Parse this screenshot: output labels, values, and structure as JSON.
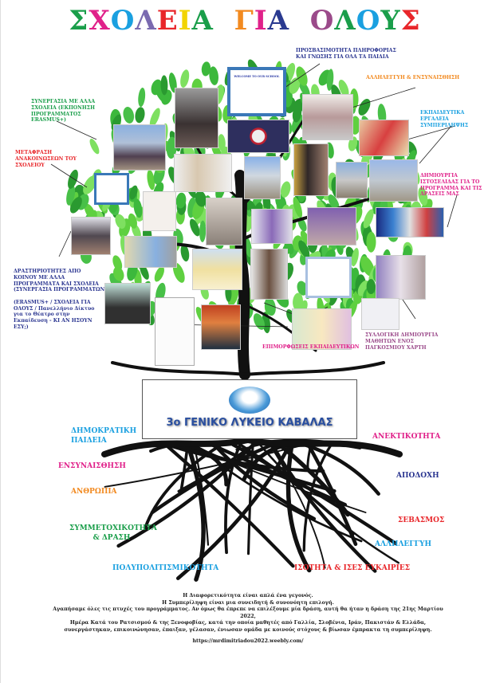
{
  "title": {
    "letters": [
      "Σ",
      "Χ",
      "Ο",
      "Λ",
      "Ε",
      "Ι",
      "Α",
      " ",
      "Γ",
      "Ι",
      "Α",
      " ",
      "Ο",
      "Λ",
      "Ο",
      "Υ",
      "Σ"
    ],
    "colors": [
      "#1a9e4a",
      "#e0218a",
      "#1aa0e0",
      "#7a6ab0",
      "#e8262a",
      "#f2d400",
      "#1a9e4a",
      "",
      "#f28a20",
      "#e0218a",
      "#2a3a90",
      "",
      "#9b4a8a",
      "#1a9e4a",
      "#1aa0e0",
      "#1a9e4a",
      "#e8262a"
    ]
  },
  "branch_labels": {
    "access": "ΠΡΟΣΒΑΣΙΜΟΤΗΤΑ ΠΛΗΡΟΦΟΡΙΑΣ ΚΑΙ ΓΝΩΣΗΣ ΓΙΑ ΟΛΑ ΤΑ ΠΑΙΔΙΑ",
    "solidarity": "ΑΛΛΗΛΕΓΓΥΗ & ΕΝΣΥΝΑΙΣΘΗΣΗ",
    "cooperation": "ΣΥΝΕΡΓΑΣΙΑ ΜΕ ΑΛΛΑ ΣΧΟΛΕΙΑ (ΕΚΠΟΝΗΣΗ ΠΡΟΓΡΑΜΜΑΤΟΣ ERASMUS+)",
    "tools": "ΕΚΠΑΙΔΕΥΤΙΚΑ ΕΡΓΑΛΕΙΑ ΣΥΜΠΕΡΙΛΗΨΗΣ",
    "translation": "ΜΕΤΑΦΡΑΣΗ ΑΝΑΚΟΙΝΩΣΕΩΝ ΤΟΥ ΣΧΟΛΕΙΟΥ",
    "website": "ΔΗΜΙΟΥΡΓΙΑ ΙΣΤΟΣΕΛΙΔΑΣ ΓΙΑ ΤΟ ΠΡΟΓΡΑΜΜΑ ΚΑΙ ΤΙΣ ΔΡΑΣΕΙΣ ΜΑΣ",
    "joint": "ΔΡΑΣΤΗΡΙΟΤΗΤΕΣ ΑΠΟ ΚΟΙΝΟΥ ΜΕ ΑΛΛΑ ΠΡΟΓΡΑΜΜΑΤΑ ΚΑΙ ΣΧΟΛΕΙΑ (ΣΥΝΕΡΓΑΣΙΑ ΠΡΟΓΡΑΜΜΑΤΩΝ",
    "joint_detail": "(ERASMUS+ / ΣΧΟΛΕΙΑ ΓΙΑ ΟΛΟΥΣ / Πανελλήνιο Δίκτυο για το Θέατρο στην Εκπαίδευση - ΚΙ ΑΝ ΗΣΟΥΝ ΕΣΥ;)",
    "training": "ΕΠΙΜΟΡΦΩΣΕΙΣ ΕΚΠΑΙΔΕΥΤΙΚΩΝ",
    "map": "ΣΥΛΛΟΓΙΚΗ ΔΗΜΙΟΥΡΓΙΑ ΜΑΘΗΤΩΝ ΕΝΟΣ ΠΑΓΚΟΣΜΙΟΥ ΧΑΡΤΗ"
  },
  "sign_text": "WELCOME TO OUR SCHOOL",
  "school_name": "3ο ΓΕΝΙΚΟ ΛΥΚΕΙΟ ΚΑΒΑΛΑΣ",
  "root_labels": {
    "democratic": "ΔΗΜΟΚΡΑΤΙΚΗ ΠΑΙΔΕΙΑ",
    "empathy": "ΕΝΣΥΝΑΙΣΘΗΣΗ",
    "humanity": "ΑΝΘΡΩΠΙΑ",
    "participation": "ΣΥΜΜΕΤΟΧΙΚΟΤΗΤΑ & ΔΡΑΣΗ",
    "multicultural": "ΠΟΛΥΠΟΛΙΤΙΣΜΙΚΟΤΗΤΑ",
    "tolerance": "ΑΝΕΚΤΙΚΟΤΗΤΑ",
    "acceptance": "ΑΠΟΔΟΧΗ",
    "respect": "ΣΕΒΑΣΜΟΣ",
    "solidarity": "ΑΛΛΗΛΕΓΓΥΗ",
    "equality": "ΙΣΟΤΗΤΑ & ΙΣΕΣ ΕΥΚΑΙΡΙΕΣ"
  },
  "footer": {
    "line1": "Η Διαφορετικότητα είναι απλά ένα γεγονός.",
    "line2": "Η Συμπερίληψη είναι μια συνειδητή & συνονόητη επιλογή.",
    "line3": "Αγαπήσαμε όλες τις πτυχές του προγράμματος. Αν όμως θα έπρεπε να επιλέξουμε μία δράση, αυτή θα ήταν η δράση της 21ης Μαρτίου 2022,",
    "line4": "Ημέρα Κατά του Ρατσισμού & της Ξενοφοβίας, κατά την οποία μαθητές από Γαλλία, Σλοβένια, Ιράν, Πακιστάν & Ελλάδα, συνεργάστηκαν, επικοινώνησαν, έπαιξαν, γέλασαν, ένιωσαν ομάδα με κοινούς στόχους & βίωσαν έμπρακτα τη συμπερίληψη.",
    "url": "https://mrdimitriadou2022.weebly.com/"
  }
}
